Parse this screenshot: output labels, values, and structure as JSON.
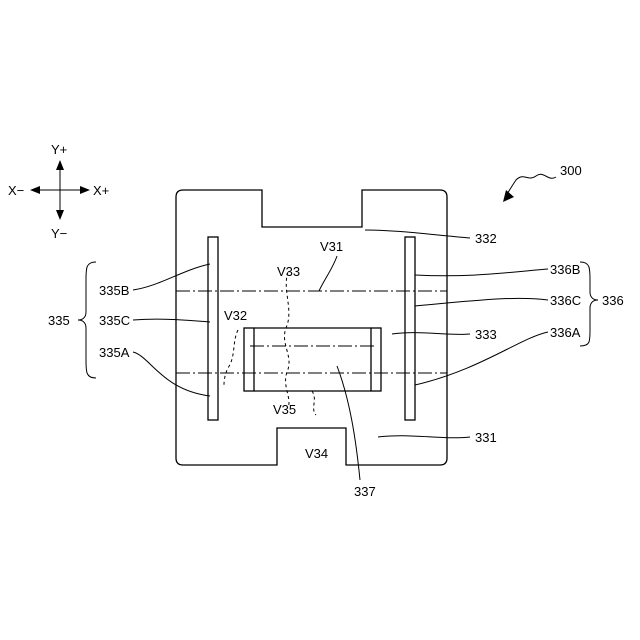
{
  "axes": {
    "y_plus": "Y+",
    "y_minus": "Y−",
    "x_minus": "X−",
    "x_plus": "X+"
  },
  "labels": {
    "assembly": "300",
    "part_331": "331",
    "part_332": "332",
    "part_333": "333",
    "part_335": "335",
    "part_335A": "335A",
    "part_335B": "335B",
    "part_335C": "335C",
    "part_336": "336",
    "part_336A": "336A",
    "part_336B": "336B",
    "part_336C": "336C",
    "part_337": "337",
    "v31": "V31",
    "v32": "V32",
    "v33": "V33",
    "v34": "V34",
    "v35": "V35"
  }
}
